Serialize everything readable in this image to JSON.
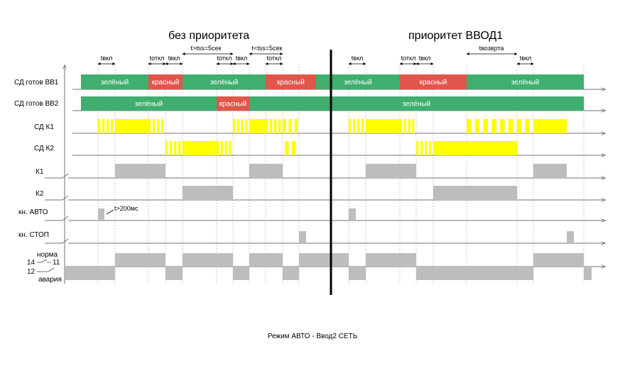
{
  "headings": {
    "left": "без приоритета",
    "right": "приоритет ВВОД1"
  },
  "caption": "Режим АВТО - Ввод2 СЕТЬ",
  "colors": {
    "green": "#3fae6f",
    "red": "#e0564b",
    "yellow": "#ffff00",
    "gray": "#bdbdbd",
    "line": "#6f6f7f"
  },
  "row_labels": {
    "vv1": "СД готов ВВ1",
    "vv2": "СД готов ВВ2",
    "k1_led": "СД К1",
    "k2_led": "СД К2",
    "k1": "К1",
    "k2": "К2",
    "btn_auto": "кн. АВТО",
    "btn_stop": "кн. СТОП",
    "norma": "норма",
    "avaria": "авария",
    "pin14": "14",
    "pin11": "11",
    "pin12": "12"
  },
  "bar_labels": {
    "green": "зелёный",
    "red": "красный"
  },
  "timing_labels": {
    "tvkl": "tвкл",
    "totkl": "tоткл",
    "tss_gt": "t>tss=5сек",
    "tss_lt": "t<tss=5сек",
    "tvozvrata": "tвозврта",
    "t200": "t>200мс"
  }
}
